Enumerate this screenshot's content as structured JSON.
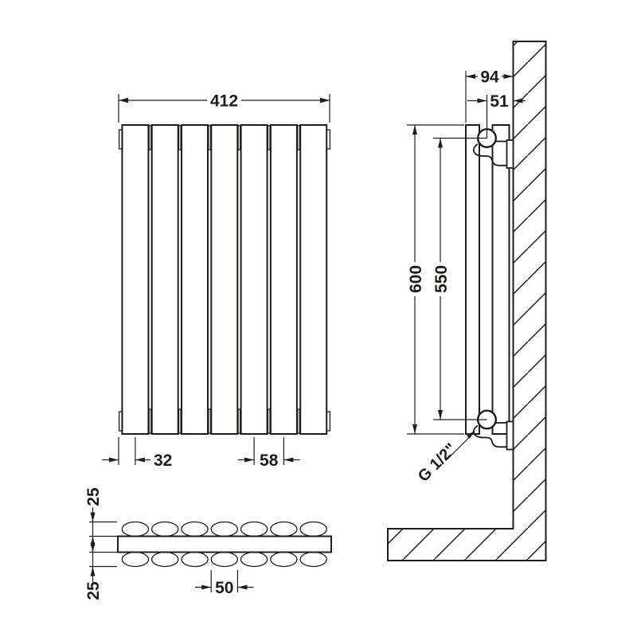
{
  "drawing": {
    "front_view": {
      "overall_width": "412",
      "first_panel_offset": "32",
      "panel_pitch": "58"
    },
    "side_view": {
      "wall_to_front": "94",
      "wall_to_pipe_centre": "51",
      "overall_height": "600",
      "pipe_centres": "550",
      "connection_size": "G 1/2\""
    },
    "plan_view": {
      "front_panel_depth": "25",
      "rear_panel_depth": "25",
      "column_width": "50"
    },
    "colors": {
      "line": "#1d1d1b",
      "background": "#ffffff"
    }
  }
}
